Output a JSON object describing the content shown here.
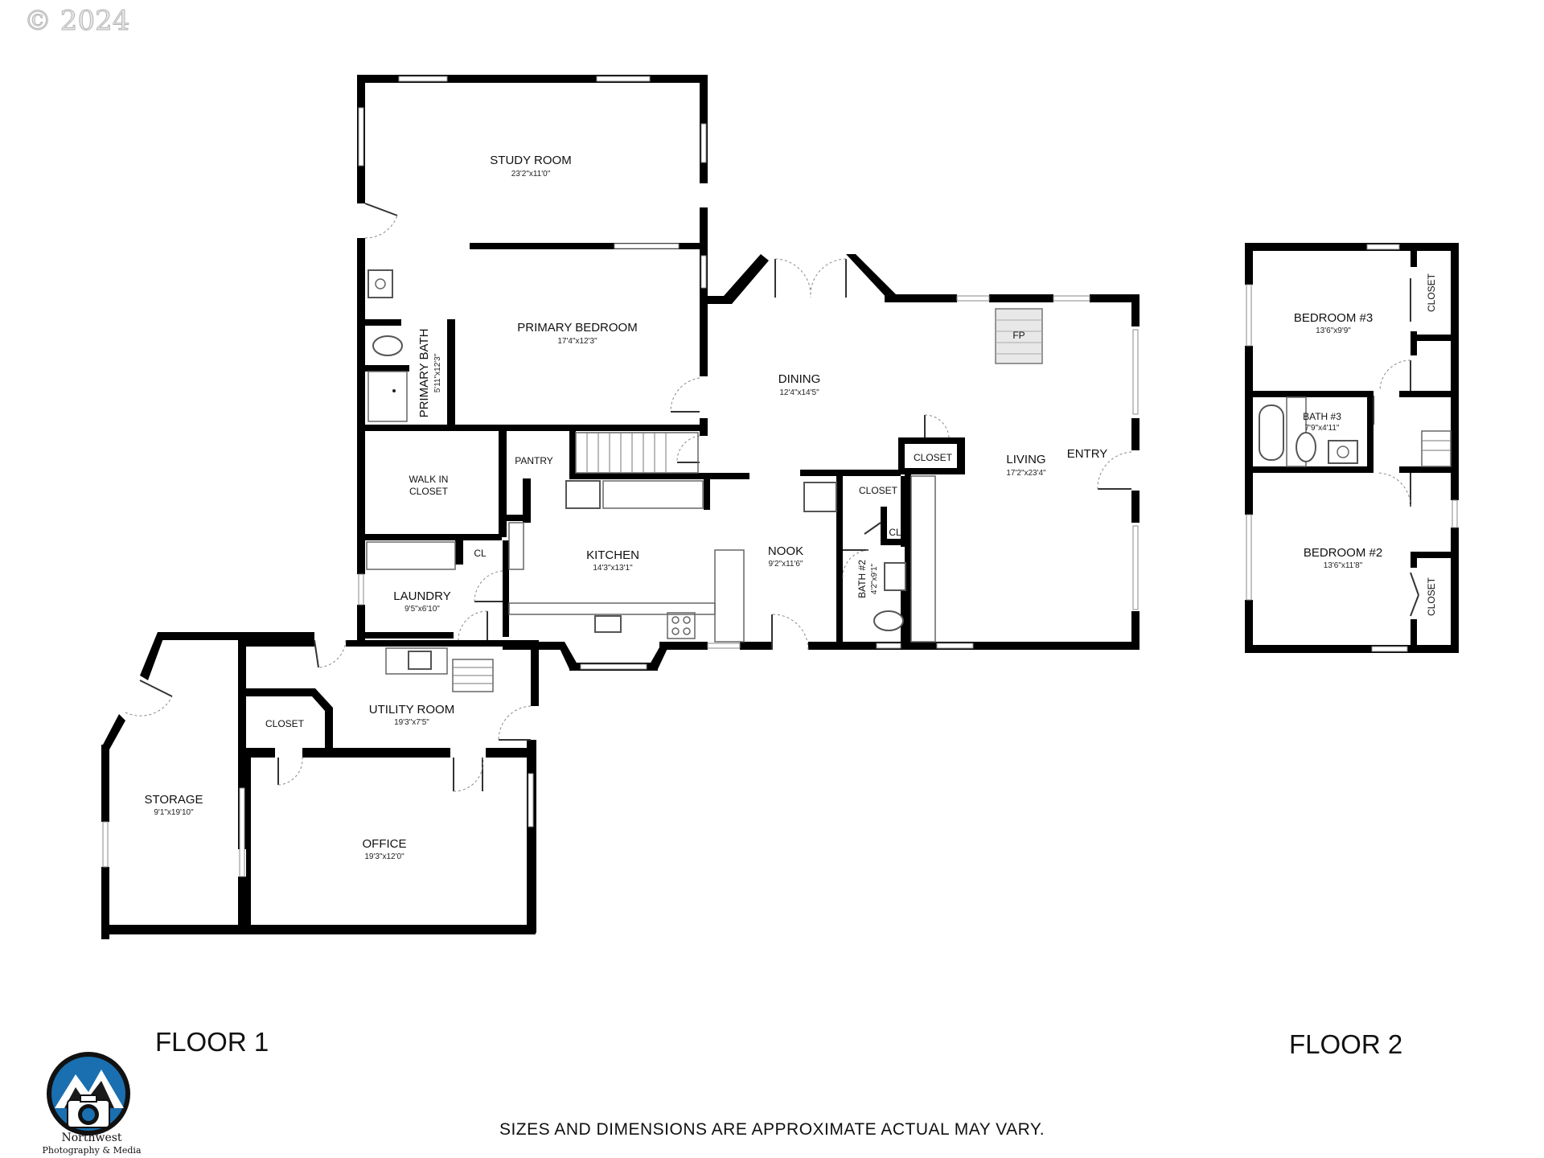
{
  "copyright": "© 2024",
  "floors": [
    {
      "label": "FLOOR 1",
      "rooms": {
        "study_room": {
          "name": "STUDY ROOM",
          "dim": "23'2\"x11'0\""
        },
        "primary_bedroom": {
          "name": "PRIMARY BEDROOM",
          "dim": "17'4\"x12'3\""
        },
        "primary_bath": {
          "name": "PRIMARY BATH",
          "dim": "5'11\"x12'3\""
        },
        "dining": {
          "name": "DINING",
          "dim": "12'4\"x14'5\""
        },
        "living": {
          "name": "LIVING",
          "dim": "17'2\"x23'4\""
        },
        "entry": {
          "name": "ENTRY"
        },
        "walk_in_closet": {
          "name_line1": "WALK IN",
          "name_line2": "CLOSET"
        },
        "pantry": {
          "name": "PANTRY"
        },
        "kitchen": {
          "name": "KITCHEN",
          "dim": "14'3\"x13'1\""
        },
        "nook": {
          "name": "NOOK",
          "dim": "9'2\"x11'6\""
        },
        "bath_2": {
          "name": "BATH #2",
          "dim": "4'2\"x9'1\""
        },
        "closet_living": {
          "name": "CLOSET"
        },
        "closet_bath": {
          "name": "CLOSET"
        },
        "cl_bath": {
          "name": "CL"
        },
        "cl_laundry": {
          "name": "CL"
        },
        "laundry": {
          "name": "LAUNDRY",
          "dim": "9'5\"x6'10\""
        },
        "utility_room": {
          "name": "UTILITY ROOM",
          "dim": "19'3\"x7'5\""
        },
        "closet_utility": {
          "name": "CLOSET"
        },
        "storage": {
          "name": "STORAGE",
          "dim": "9'1\"x19'10\""
        },
        "office": {
          "name": "OFFICE",
          "dim": "19'3\"x12'0\""
        },
        "fireplace": {
          "name": "FP"
        }
      }
    },
    {
      "label": "FLOOR 2",
      "rooms": {
        "bedroom_3": {
          "name": "BEDROOM #3",
          "dim": "13'6\"x9'9\""
        },
        "bath_3": {
          "name": "BATH #3",
          "dim": "7'9\"x4'11\""
        },
        "bedroom_2": {
          "name": "BEDROOM #2",
          "dim": "13'6\"x11'8\""
        },
        "closet_upper": {
          "name": "CLOSET"
        },
        "closet_lower": {
          "name": "CLOSET"
        }
      }
    }
  ],
  "logo": {
    "name": "Northwest",
    "tagline": "Photography & Media"
  },
  "disclaimer": "SIZES AND DIMENSIONS ARE APPROXIMATE ACTUAL MAY VARY."
}
